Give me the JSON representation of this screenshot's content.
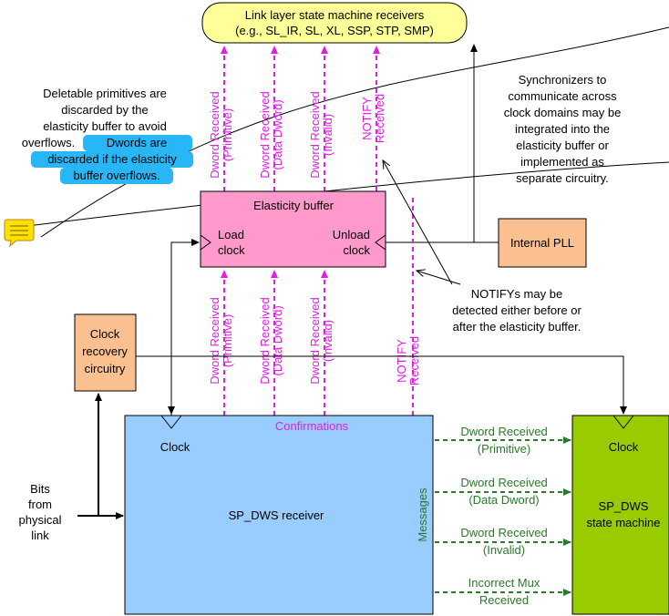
{
  "top_box": {
    "line1": "Link layer state machine receivers",
    "line2": "(e.g., SL_IR, SL, XL, SSP, STP, SMP)"
  },
  "upper_signals": [
    {
      "line1": "Dword Received",
      "line2": "(Primitive)"
    },
    {
      "line1": "Dword Received",
      "line2": "(Data Dword)"
    },
    {
      "line1": "Dword Received",
      "line2": "(Invalid)"
    },
    {
      "line1": "NOTIFY",
      "line2": "Received"
    }
  ],
  "lower_signals": [
    {
      "line1": "Dword Received",
      "line2": "(Primitive)"
    },
    {
      "line1": "Dword Received",
      "line2": "(Data Dword)"
    },
    {
      "line1": "Dword Received",
      "line2": "(Invalid)"
    },
    {
      "line1": "NOTIFY",
      "line2": "Received"
    }
  ],
  "elasticity_buffer": {
    "title": "Elasticity buffer",
    "load": [
      "Load",
      "clock"
    ],
    "unload": [
      "Unload",
      "clock"
    ]
  },
  "internal_pll": "Internal PLL",
  "clock_recovery": [
    "Clock",
    "recovery",
    "circuitry"
  ],
  "receiver": {
    "name": "SP_DWS receiver",
    "clock": "Clock",
    "confirmations": "Confirmations",
    "messages": "Messages"
  },
  "state_machine": {
    "name": [
      "SP_DWS",
      "state machine"
    ],
    "clock": "Clock"
  },
  "messages": [
    {
      "line1": "Dword Received",
      "line2": "(Primitive)"
    },
    {
      "line1": "Dword Received",
      "line2": "(Data Dword)"
    },
    {
      "line1": "Dword Received",
      "line2": "(Invalid)"
    },
    {
      "line1": "Incorrect Mux",
      "line2": "Received"
    }
  ],
  "bits_input": [
    "Bits",
    "from",
    "physical",
    "link"
  ],
  "notes": {
    "deletable": [
      "Deletable primitives are",
      "discarded by the",
      "elasticity buffer to avoid",
      "overflows."
    ],
    "discard_highlight": [
      "Dwords are",
      "discarded if the elasticity",
      "buffer overflows."
    ],
    "synchronizers": [
      "Synchronizers to",
      "communicate across",
      "clock domains may be",
      "integrated into the",
      "elasticity buffer or",
      "implemented as",
      "separate circuitry."
    ],
    "notify_note": [
      "NOTIFYs may be",
      "detected either before or",
      "after the elasticity buffer."
    ]
  },
  "colors": {
    "pink_signal": "#e020e0",
    "green_signal": "#2a7a2a",
    "top_box_fill": "#ffff99",
    "elasticity_fill": "#ff99cc",
    "pll_fill": "#fac090",
    "receiver_fill": "#99ccff",
    "state_machine_fill": "#99cc00",
    "highlight": "#29b6f6",
    "comment_icon": "#ffe000"
  },
  "icons": {
    "comment": "comment-icon"
  }
}
